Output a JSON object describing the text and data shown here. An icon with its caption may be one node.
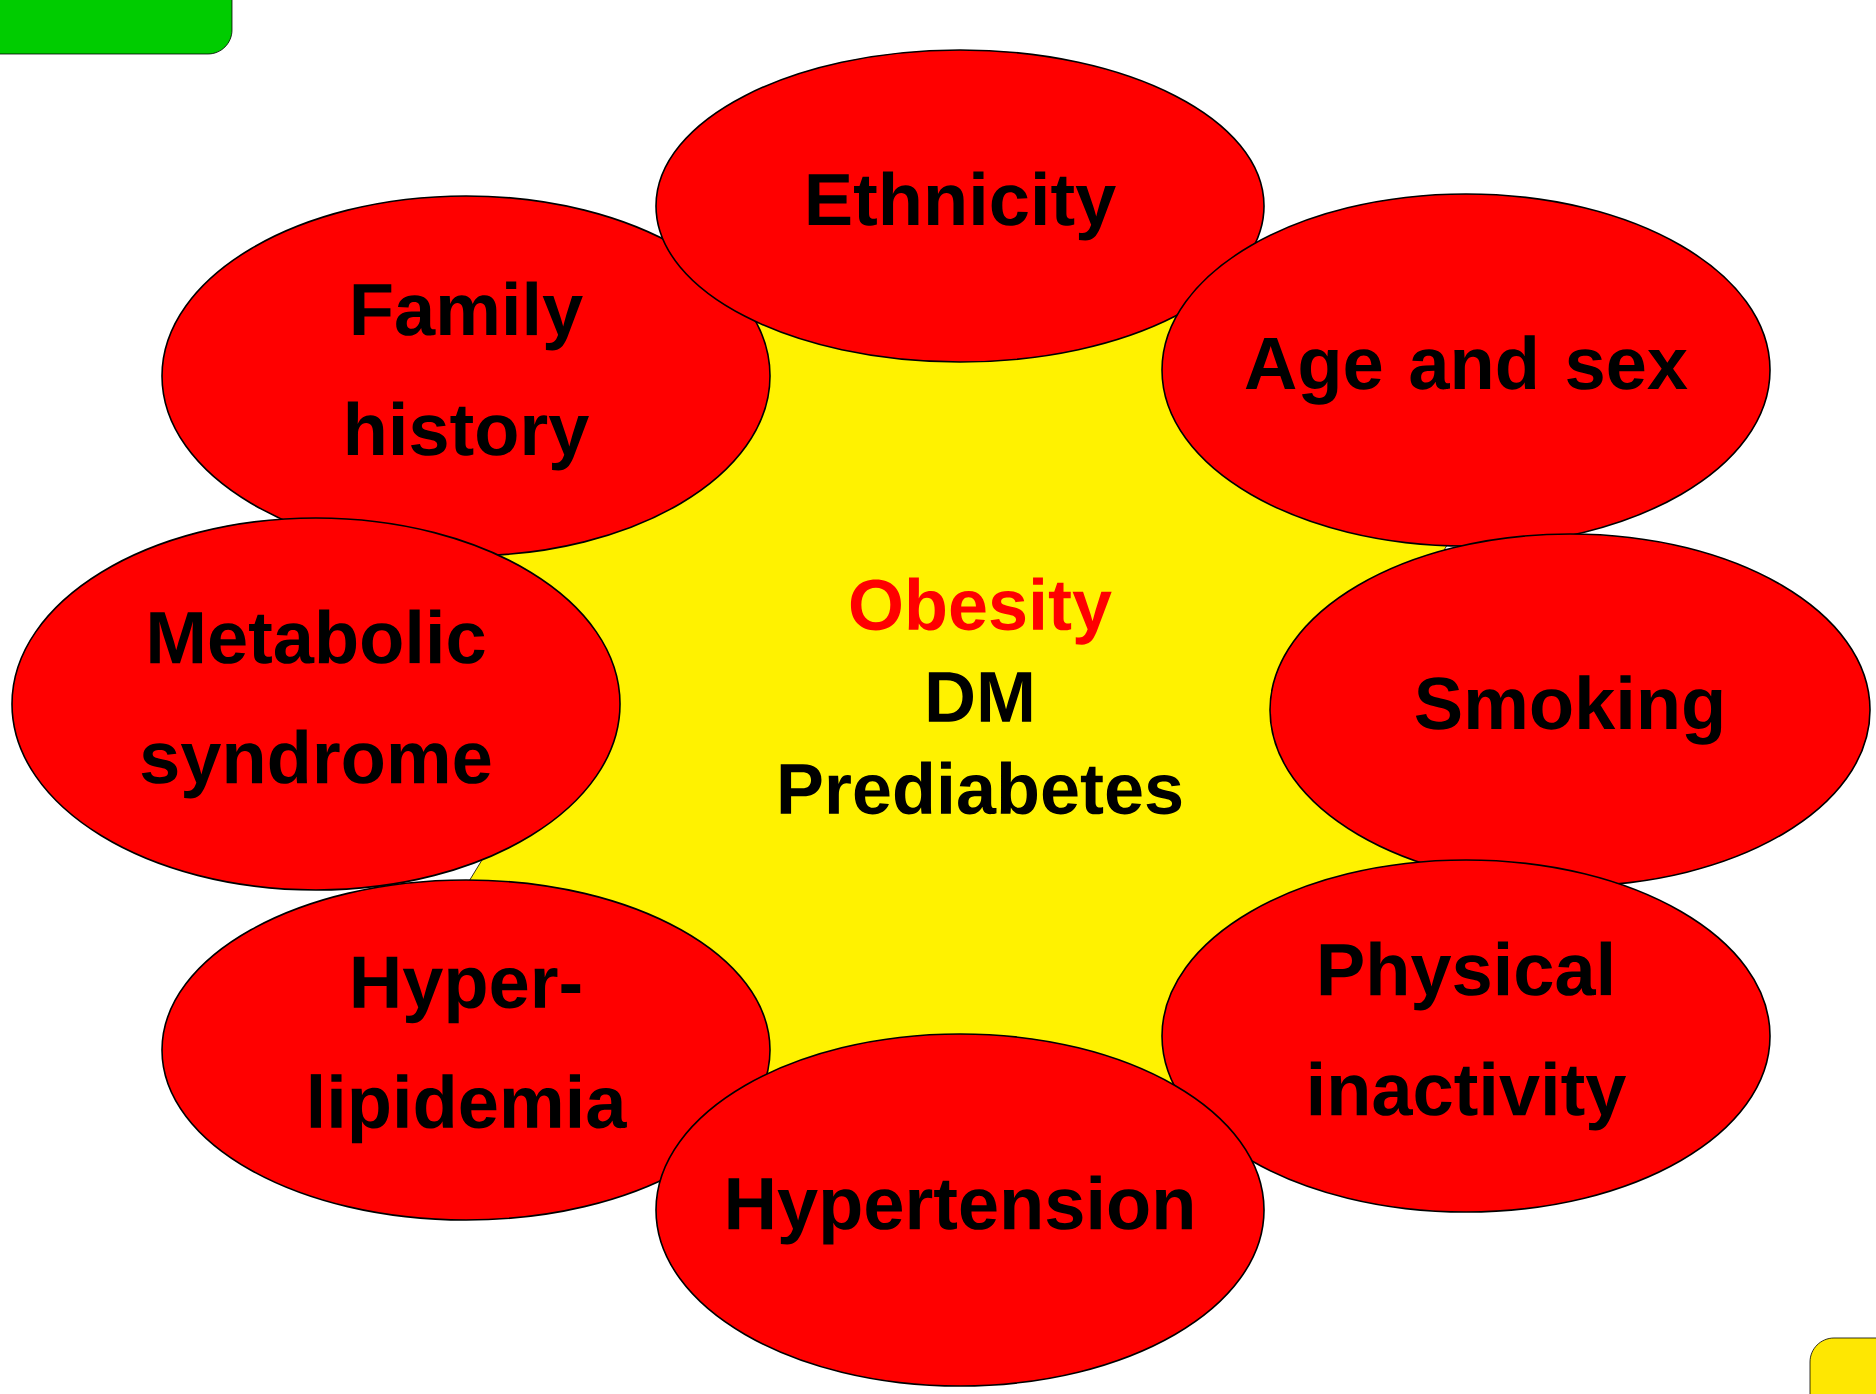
{
  "diagram": {
    "nodes": [
      {
        "text": [
          "Obesity",
          "DM",
          "Prediabetes"
        ]
      },
      {
        "text": [
          "Ethnicity"
        ]
      },
      {
        "text": [
          "Age and sex"
        ]
      },
      {
        "text": [
          "Smoking"
        ]
      },
      {
        "text": [
          "Physical inactivity"
        ]
      },
      {
        "text": [
          "Hypertension"
        ]
      },
      {
        "text": [
          "Hyper-lipidemia"
        ]
      },
      {
        "text": [
          "Metabolic syndrome"
        ]
      },
      {
        "text": [
          "Family history"
        ]
      }
    ]
  }
}
